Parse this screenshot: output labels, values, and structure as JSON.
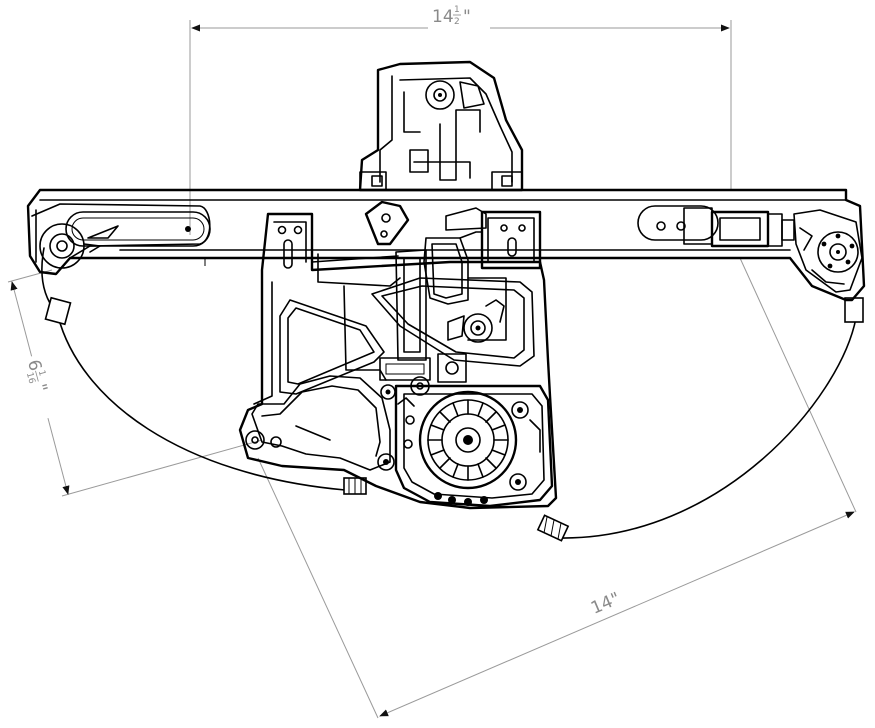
{
  "dimensions": {
    "top_width": {
      "whole": "14",
      "num": "1",
      "den": "2",
      "mark": "\""
    },
    "left_height": {
      "whole": "6",
      "num": "1",
      "den": "16",
      "mark": "\""
    },
    "bottom_length": {
      "text": "14\""
    }
  },
  "colors": {
    "line": "#000000",
    "dimension": "#8a8a8a",
    "background": "#ffffff"
  }
}
